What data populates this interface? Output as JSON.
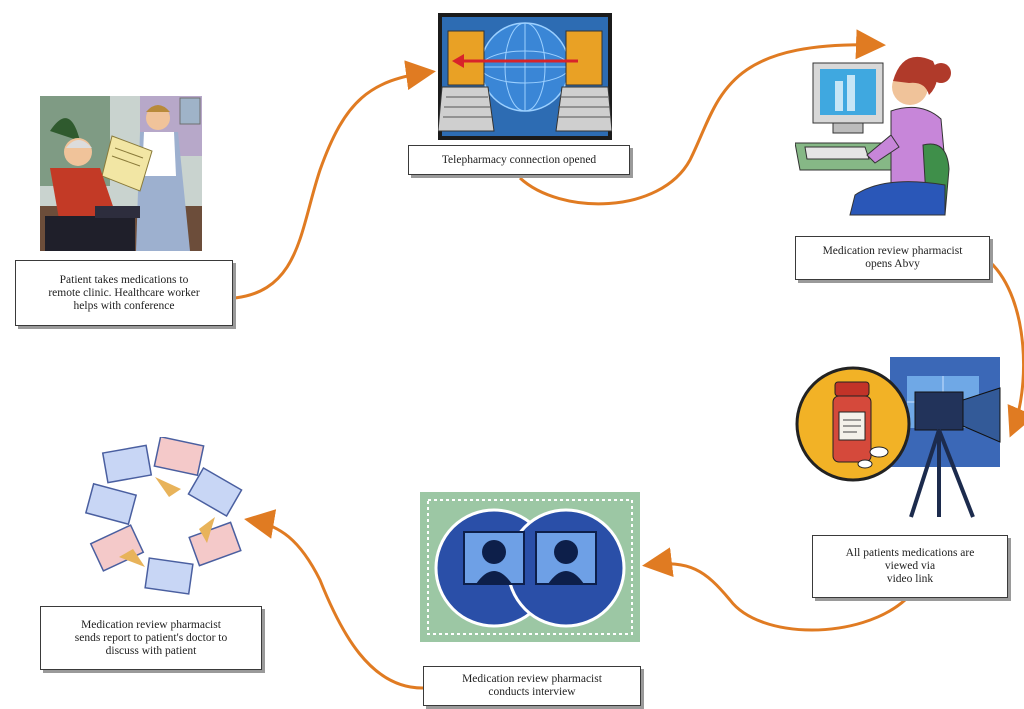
{
  "colors": {
    "connector": "#e07b22",
    "caption_border": "#3a3a3a",
    "caption_shadow": "#9a9a9a"
  },
  "steps": [
    {
      "id": "patient-clinic",
      "icon": "patient-healthcare-worker-clipart",
      "caption": "Patient takes medications to\nremote clinic. Healthcare worker\nhelps with conference"
    },
    {
      "id": "connection",
      "icon": "two-computers-globe-clipart",
      "caption": "Telepharmacy connection opened"
    },
    {
      "id": "pharmacist-opens",
      "icon": "woman-at-computer-clipart",
      "caption": "Medication review pharmacist\nopens Abvy"
    },
    {
      "id": "video-review",
      "icon": "pill-bottle-video-camera-clipart",
      "caption": "All patients medications are\nviewed via\nvideo link"
    },
    {
      "id": "interview",
      "icon": "two-heads-monitors-clipart",
      "caption": "Medication review pharmacist\nconducts interview"
    },
    {
      "id": "report",
      "icon": "documents-circle-clipart",
      "caption": "Medication review pharmacist\nsends report to patient's doctor to\ndiscuss with patient"
    }
  ]
}
